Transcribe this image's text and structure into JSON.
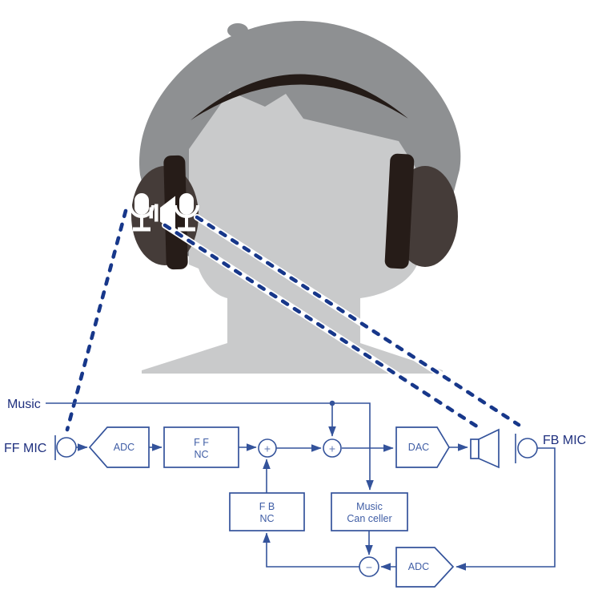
{
  "colors": {
    "background": "#ffffff",
    "diagram_line": "#34539b",
    "block_text": "#3f5da5",
    "label_text": "#1e2f7e",
    "operator": "#5d76b2",
    "dashed_line": "#17378a",
    "dash_casing": "#ffffff",
    "hair": "#8e9092",
    "skin": "#c9cacb",
    "ear_cup": "#453c39",
    "strap": "#261c18",
    "headband": "#241b17",
    "icon": "#ffffff"
  },
  "illustration": {
    "icons": {
      "ff_mic": "microphone-icon",
      "speaker": "speaker-icon",
      "fb_mic": "microphone-icon"
    }
  },
  "diagram": {
    "labels": {
      "music": "Music",
      "ff_mic": "FF MIC",
      "fb_mic": "FB MIC"
    },
    "blocks": {
      "adc_ff": {
        "label": "ADC"
      },
      "ff_nc": {
        "line1": "F F",
        "line2": "NC"
      },
      "dac": {
        "label": "DAC"
      },
      "fb_nc": {
        "line1": "F B",
        "line2": "NC"
      },
      "music_canceller": {
        "line1": "Music",
        "line2": "Can celler"
      },
      "adc_fb": {
        "label": "ADC"
      }
    },
    "operators": {
      "sum1": "+",
      "sum2": "+",
      "subtract": "−"
    }
  }
}
